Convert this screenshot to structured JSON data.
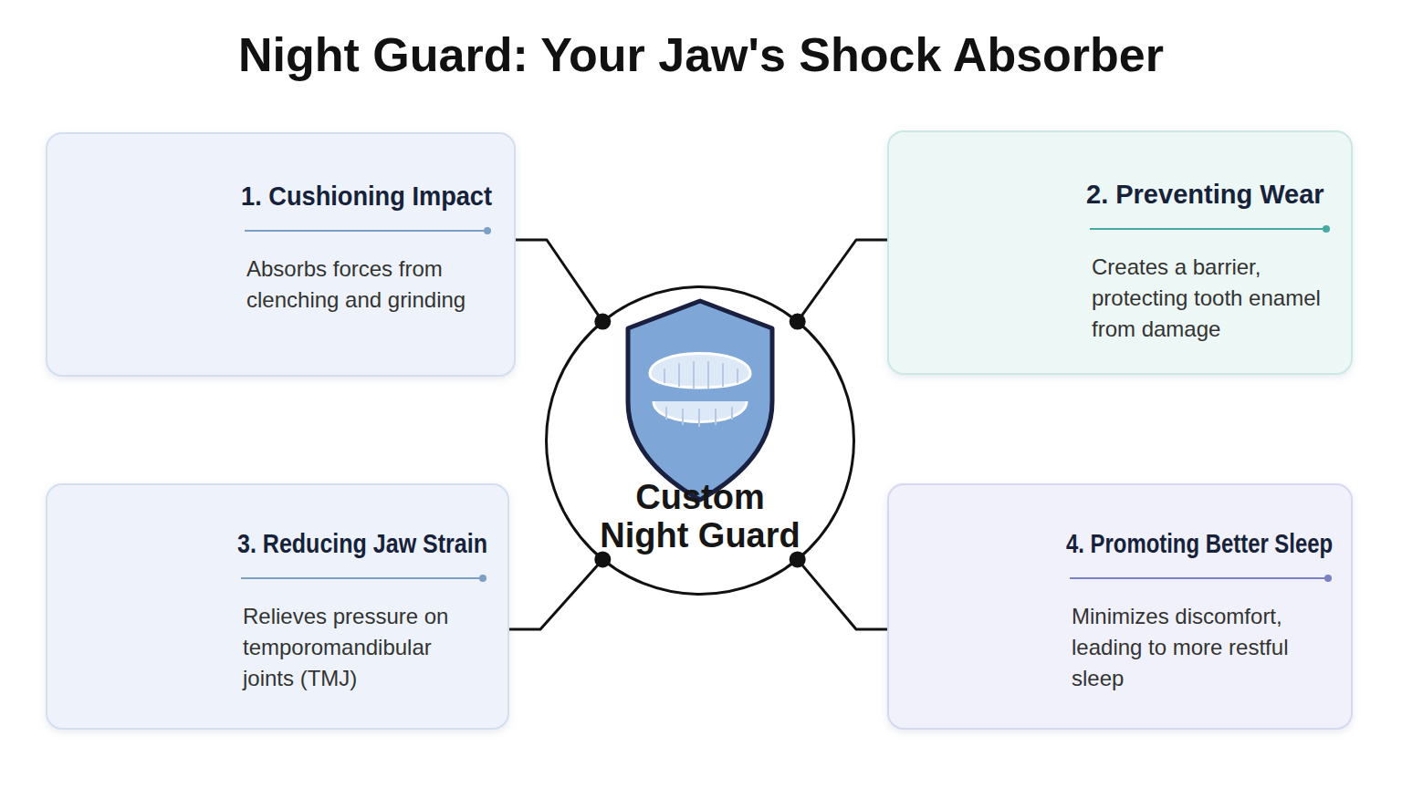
{
  "diagram": {
    "title": "Night Guard: Your Jaw's Shock Absorber",
    "nodes": [
      {
        "text": [
          "1. Cushioning Impact",
          "Absorbs forces from clenching and grinding"
        ]
      },
      {
        "text": [
          "2. Preventing Wear",
          "Creates a barrier, protecting tooth enamel from damage"
        ]
      },
      {
        "text": [
          "Custom Night Guard"
        ]
      },
      {
        "text": [
          "3. Reducing Jaw Strain",
          "Relieves pressure on temporomandibular joints (TMJ)"
        ]
      },
      {
        "text": [
          "4. Promoting Better Sleep",
          "Minimizes discomfort, leading to more restful sleep"
        ]
      }
    ],
    "edges": [
      {
        "from": 2,
        "to": 0,
        "arrow": "none"
      },
      {
        "from": 2,
        "to": 1,
        "arrow": "none"
      },
      {
        "from": 2,
        "to": 3,
        "arrow": "none"
      },
      {
        "from": 2,
        "to": 4,
        "arrow": "none"
      }
    ]
  }
}
